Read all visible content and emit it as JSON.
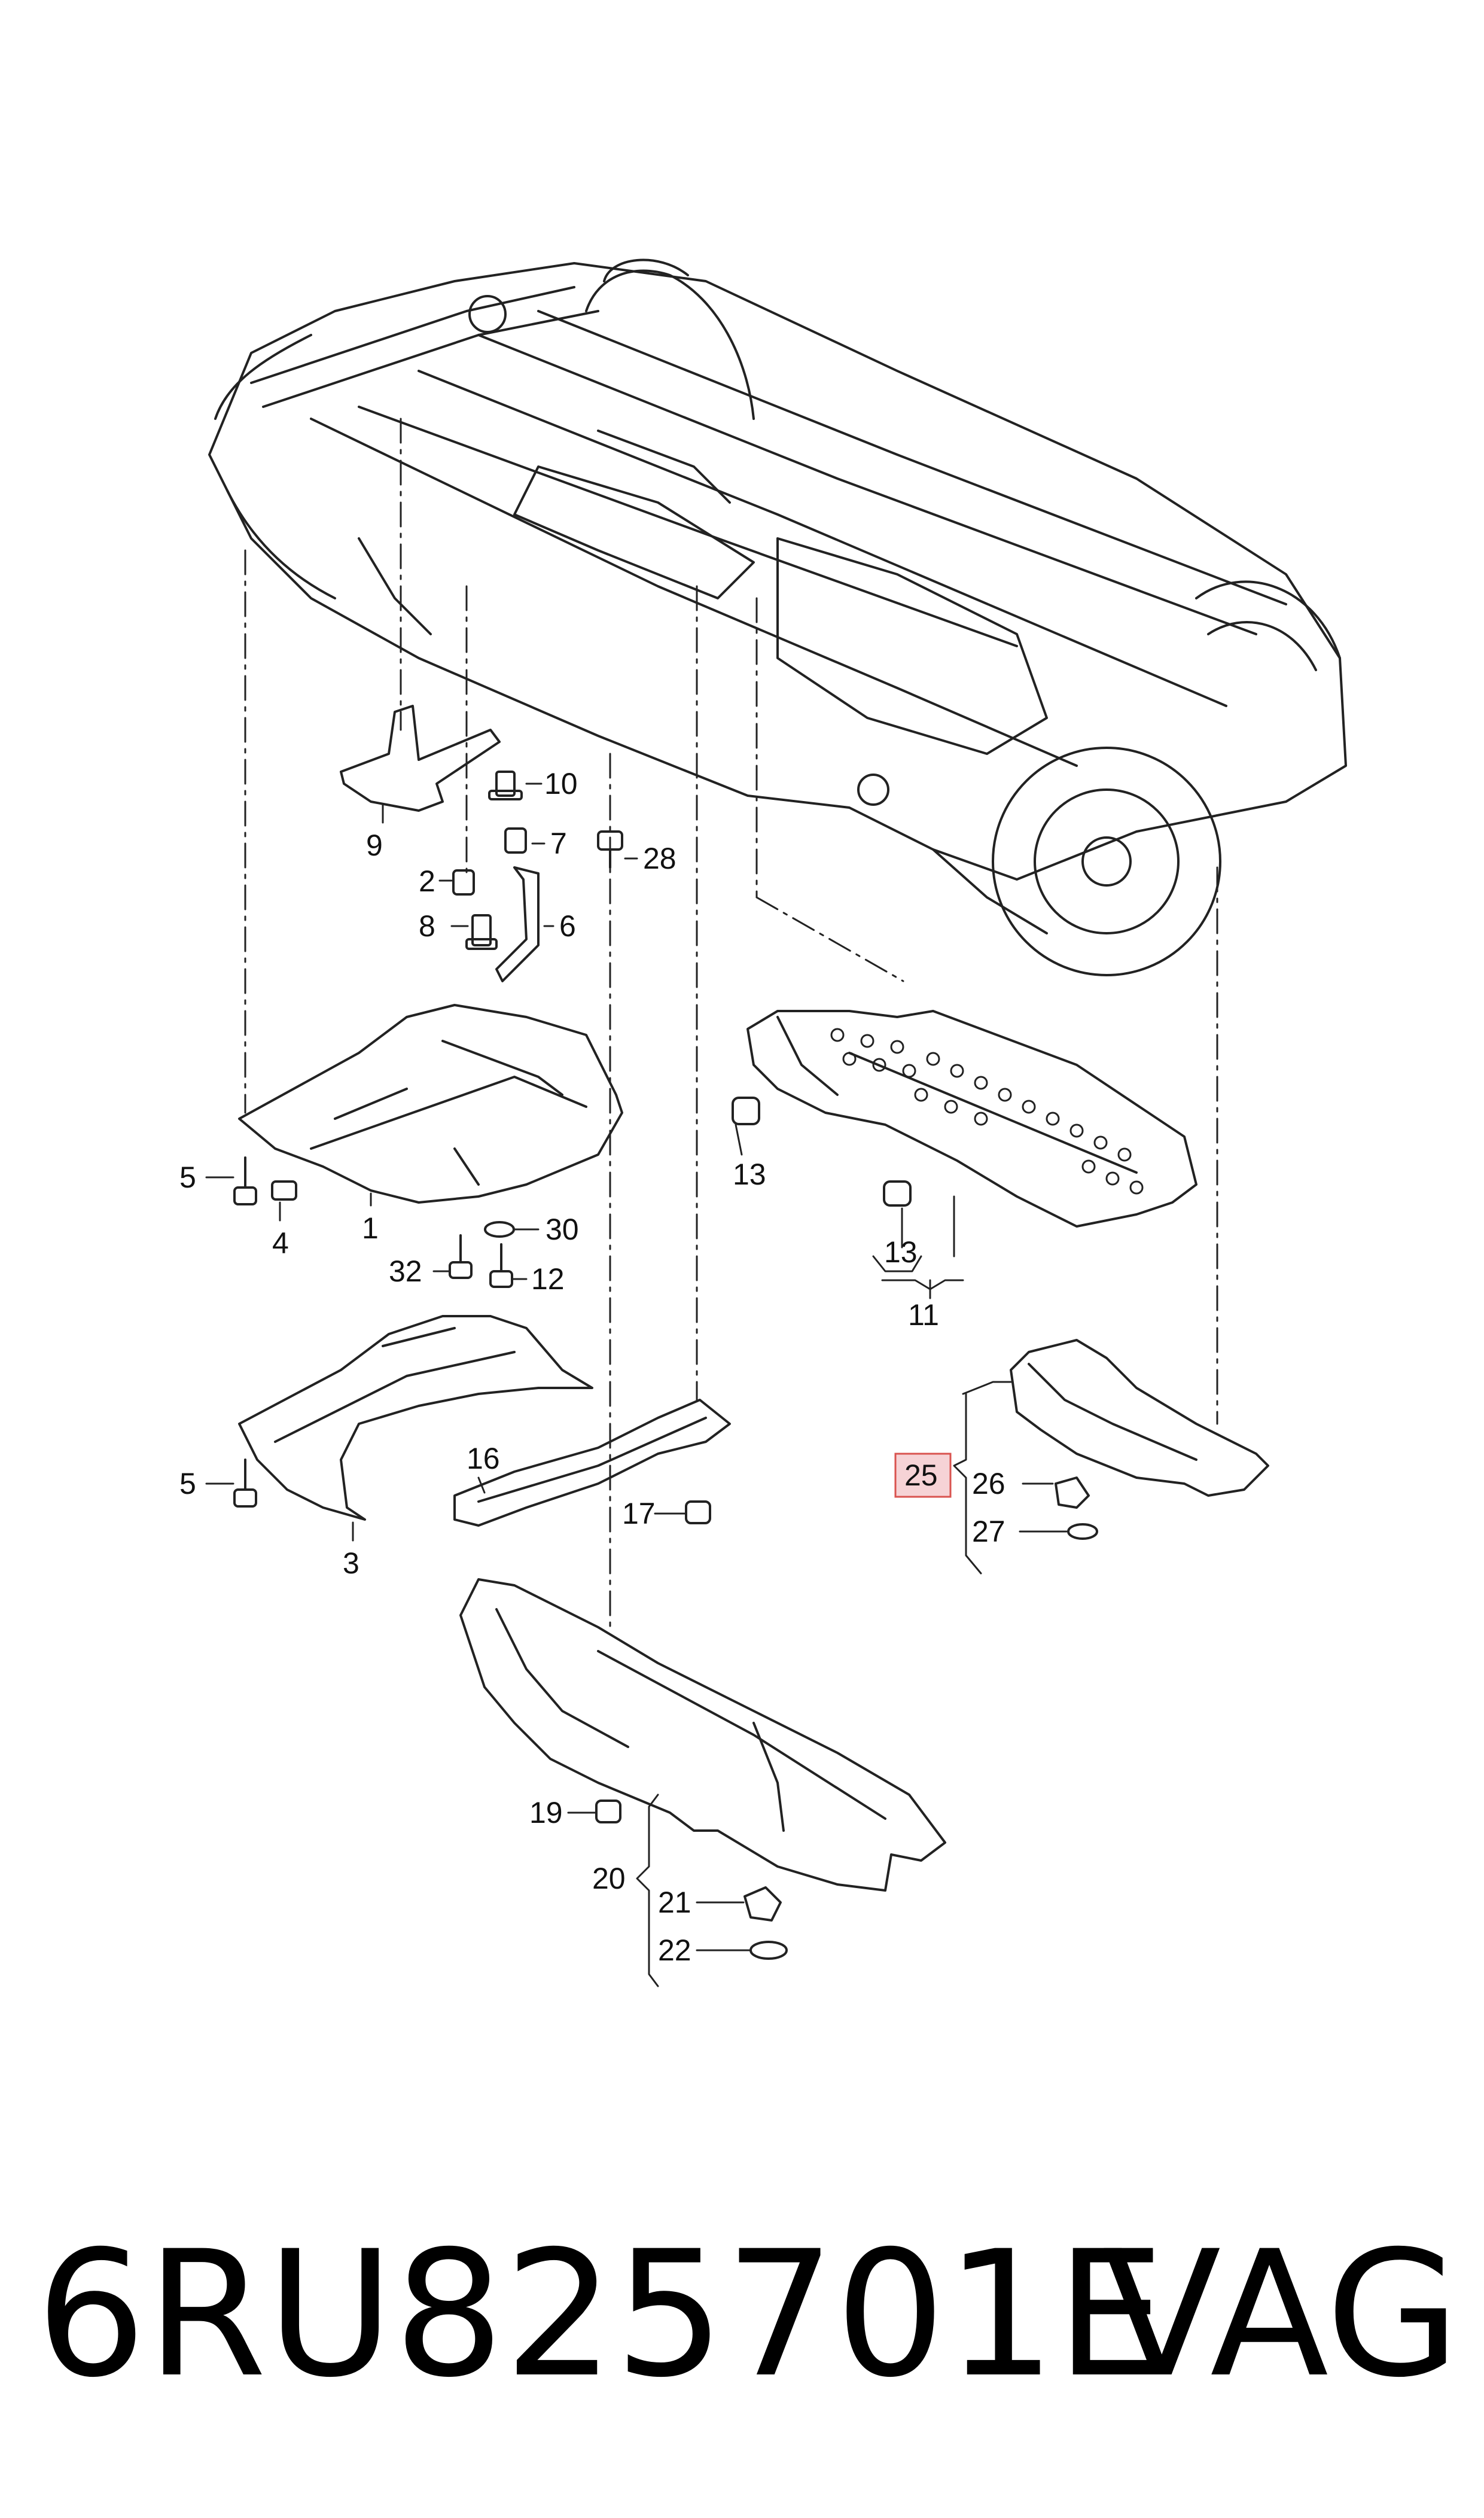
{
  "diagram": {
    "callouts": [
      "1",
      "2",
      "3",
      "4",
      "5",
      "5",
      "6",
      "7",
      "8",
      "9",
      "10",
      "11",
      "12",
      "13",
      "13",
      "16",
      "17",
      "19",
      "20",
      "21",
      "22",
      "25",
      "26",
      "27",
      "28",
      "30",
      "32"
    ],
    "highlighted_callout": "25",
    "highlight_color": "#f6d3d6",
    "highlight_border": "#d9534f"
  },
  "footer": {
    "part_number": "6RU825701E",
    "brand": "VAG"
  }
}
